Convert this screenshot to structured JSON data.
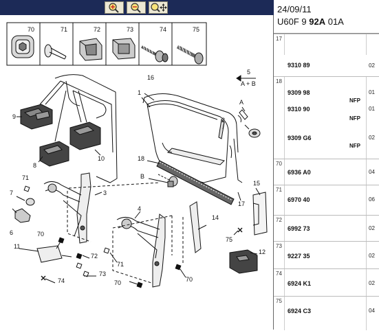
{
  "toolbar": {
    "buttons": [
      {
        "name": "zoom-in-button",
        "icon": "magnifier-plus-icon"
      },
      {
        "name": "zoom-out-button",
        "icon": "magnifier-minus-icon"
      },
      {
        "name": "zoom-move-button",
        "icon": "magnifier-move-icon"
      }
    ],
    "bar_color": "#1c2a57"
  },
  "header": {
    "date": "24/09/11",
    "ref_prefix": "U60F 9 ",
    "ref_bold": "92A",
    "ref_suffix": " 01A"
  },
  "legend_numbers": [
    "70",
    "71",
    "72",
    "73",
    "74",
    "75"
  ],
  "callouts": {
    "n1": "1",
    "n2": "2",
    "n3": "3",
    "n4": "4",
    "n5": "5",
    "n5b": "A + B",
    "n6": "6",
    "n7": "7",
    "n8": "8",
    "n9": "9",
    "n10": "10",
    "n11": "11",
    "n12": "12",
    "n14": "14",
    "n15": "15",
    "n16": "16",
    "n17": "17",
    "n18": "18",
    "nA": "A",
    "nB": "B",
    "c71a": "71",
    "c70a": "70",
    "c72a": "72",
    "c73a": "73",
    "c74a": "74",
    "c71b": "71",
    "c70b": "70",
    "c70c": "70",
    "c75a": "75"
  },
  "parts": [
    {
      "group": "",
      "ref": "9310 89",
      "nfp": "",
      "qty": "02"
    },
    {
      "group": "18",
      "ref": "9309 98",
      "nfp": "NFP",
      "qty": "01"
    },
    {
      "group": "",
      "ref": "9310 90",
      "nfp": "NFP",
      "qty": "01"
    },
    {
      "group": "",
      "ref": "9309 G6",
      "nfp": "NFP",
      "qty": "02"
    },
    {
      "group": "70",
      "ref": "6936 A0",
      "nfp": "",
      "qty": "04"
    },
    {
      "group": "71",
      "ref": "6970 40",
      "nfp": "",
      "qty": "06"
    },
    {
      "group": "72",
      "ref": "6992 73",
      "nfp": "",
      "qty": "02"
    },
    {
      "group": "73",
      "ref": "9227 35",
      "nfp": "",
      "qty": "02"
    },
    {
      "group": "74",
      "ref": "6924 K1",
      "nfp": "",
      "qty": "02"
    },
    {
      "group": "75",
      "ref": "6924 C3",
      "nfp": "",
      "qty": "04"
    }
  ],
  "top_row_group": "17"
}
